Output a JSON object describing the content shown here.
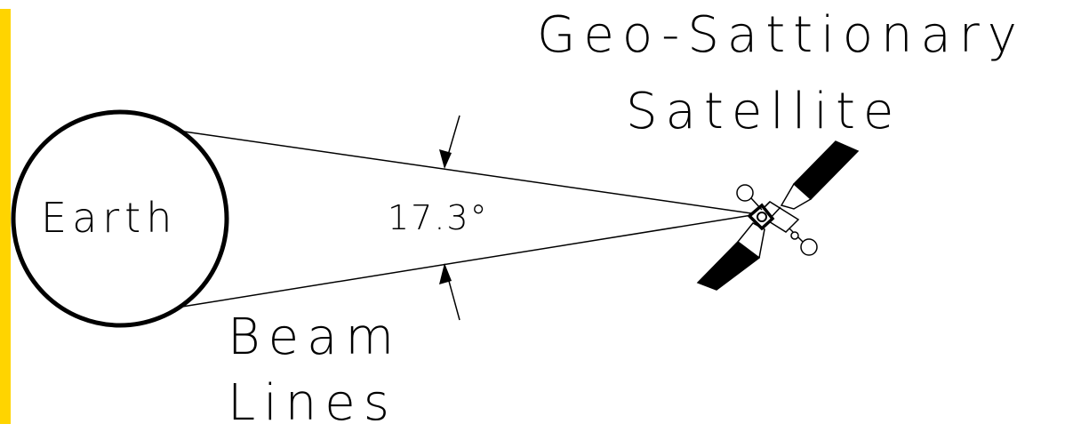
{
  "labels": {
    "earth": "Earth",
    "angle": "17.3°",
    "satellite_line1": "Geo-Sattionary",
    "satellite_line2": "Satellite",
    "beam_line1": "Beam",
    "beam_line2": "Lines"
  },
  "colors": {
    "accent_bar": "#FFD400",
    "ink": "#000000",
    "background": "#FFFFFF"
  }
}
